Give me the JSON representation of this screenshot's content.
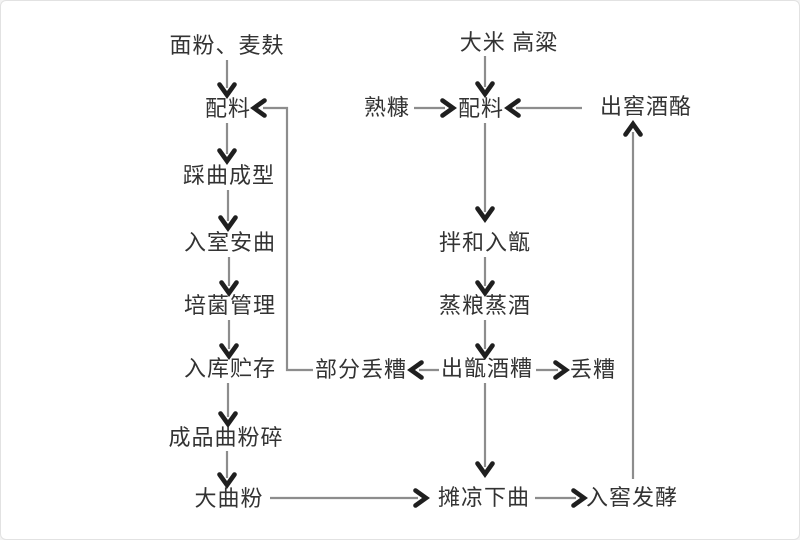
{
  "diagram": {
    "type": "flowchart",
    "description_visible_text_only": true,
    "nodes": {
      "flour_bran": "面粉、麦麸",
      "ingredients_left": "配料",
      "treading_qu": "踩曲成型",
      "qu_into_room": "入室安曲",
      "culture_management": "培菌管理",
      "warehouse_storage": "入库贮存",
      "finished_qu_crushing": "成品曲粉碎",
      "daqu_powder": "大曲粉",
      "rice_sorghum": "大米 高粱",
      "cooked_chaff": "熟糠",
      "ingredients_right": "配料",
      "pit_exit_mash": "出窖酒酪",
      "mix_into_steamer": "拌和入甑",
      "steam_grain_distill": "蒸粮蒸酒",
      "steamer_exit_grains": "出甑酒糟",
      "partial_discard_grains": "部分丢糟",
      "discard_grains": "丢糟",
      "spread_cool_add_qu": "摊凉下曲",
      "pit_fermentation": "入窖发酵"
    },
    "edges": [
      {
        "from": "flour_bran",
        "to": "ingredients_left"
      },
      {
        "from": "ingredients_left",
        "to": "treading_qu"
      },
      {
        "from": "treading_qu",
        "to": "qu_into_room"
      },
      {
        "from": "qu_into_room",
        "to": "culture_management"
      },
      {
        "from": "culture_management",
        "to": "warehouse_storage"
      },
      {
        "from": "warehouse_storage",
        "to": "finished_qu_crushing"
      },
      {
        "from": "finished_qu_crushing",
        "to": "daqu_powder"
      },
      {
        "from": "daqu_powder",
        "to": "spread_cool_add_qu"
      },
      {
        "from": "rice_sorghum",
        "to": "ingredients_right"
      },
      {
        "from": "cooked_chaff",
        "to": "ingredients_right"
      },
      {
        "from": "pit_exit_mash",
        "to": "ingredients_right"
      },
      {
        "from": "ingredients_right",
        "to": "mix_into_steamer"
      },
      {
        "from": "mix_into_steamer",
        "to": "steam_grain_distill"
      },
      {
        "from": "steam_grain_distill",
        "to": "steamer_exit_grains"
      },
      {
        "from": "steamer_exit_grains",
        "to": "partial_discard_grains"
      },
      {
        "from": "steamer_exit_grains",
        "to": "discard_grains"
      },
      {
        "from": "partial_discard_grains",
        "to": "ingredients_left"
      },
      {
        "from": "steamer_exit_grains",
        "to": "spread_cool_add_qu"
      },
      {
        "from": "spread_cool_add_qu",
        "to": "pit_fermentation"
      },
      {
        "from": "pit_fermentation",
        "to": "pit_exit_mash"
      }
    ],
    "colors": {
      "background": "#ffffff",
      "border": "#e2e2e2",
      "text": "#333333",
      "line": "#8d8d8d",
      "arrowhead": "#1f1f1f"
    }
  }
}
